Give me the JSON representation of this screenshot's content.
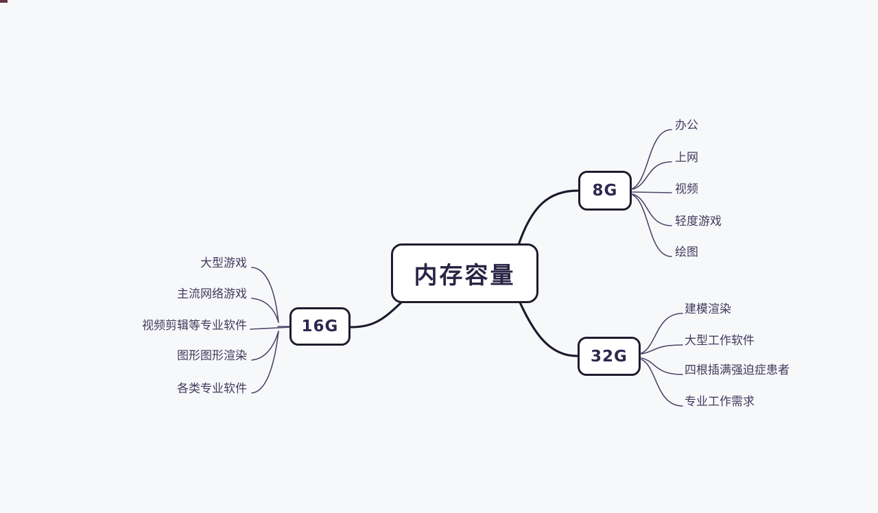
{
  "mindmap": {
    "root": {
      "label": "内存容量"
    },
    "branches": [
      {
        "label": "8G",
        "children": [
          "办公",
          "上网",
          "视频",
          "轻度游戏",
          "绘图"
        ]
      },
      {
        "label": "16G",
        "children": [
          "大型游戏",
          "主流网络游戏",
          "视频剪辑等专业软件",
          "图形图形渲染",
          "各类专业软件"
        ]
      },
      {
        "label": "32G",
        "children": [
          "建模渲染",
          "大型工作软件",
          "四根插满强迫症患者",
          "专业工作需求"
        ]
      }
    ],
    "colors": {
      "background": "#f7f8fa",
      "node_fill": "#ffffff",
      "node_border": "#1d1b2c",
      "branch_line": "#1d1b2c",
      "leaf_line": "#4d4468",
      "leaf_text": "#43395c",
      "node_text": "#2e2750"
    }
  }
}
